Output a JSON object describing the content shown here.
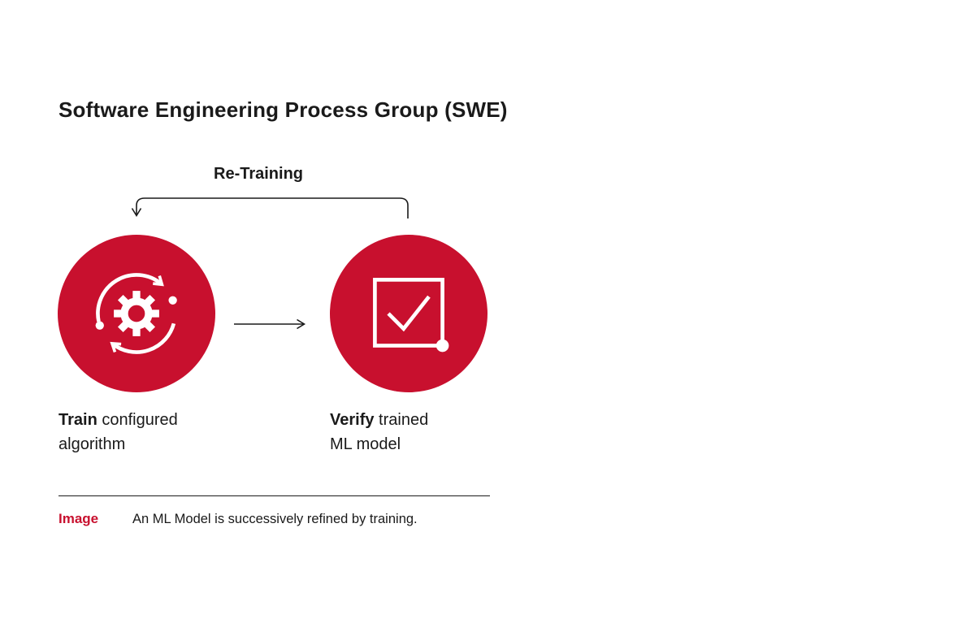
{
  "colors": {
    "brand_red": "#C8102E",
    "text": "#1A1A1A",
    "icon_white": "#FFFFFF"
  },
  "header": {
    "title": "Software Engineering Process Group (SWE)"
  },
  "diagram": {
    "retraining_label": "Re-Training",
    "nodes": [
      {
        "icon": "gear-sync-icon",
        "bold": "Train",
        "line1_rest": " configured",
        "line2": "algorithm"
      },
      {
        "icon": "checkbox-check-icon",
        "bold": "Verify",
        "line1_rest": " trained",
        "line2": "ML model"
      }
    ]
  },
  "caption": {
    "label": "Image",
    "text": "An ML Model is successively refined by training."
  }
}
